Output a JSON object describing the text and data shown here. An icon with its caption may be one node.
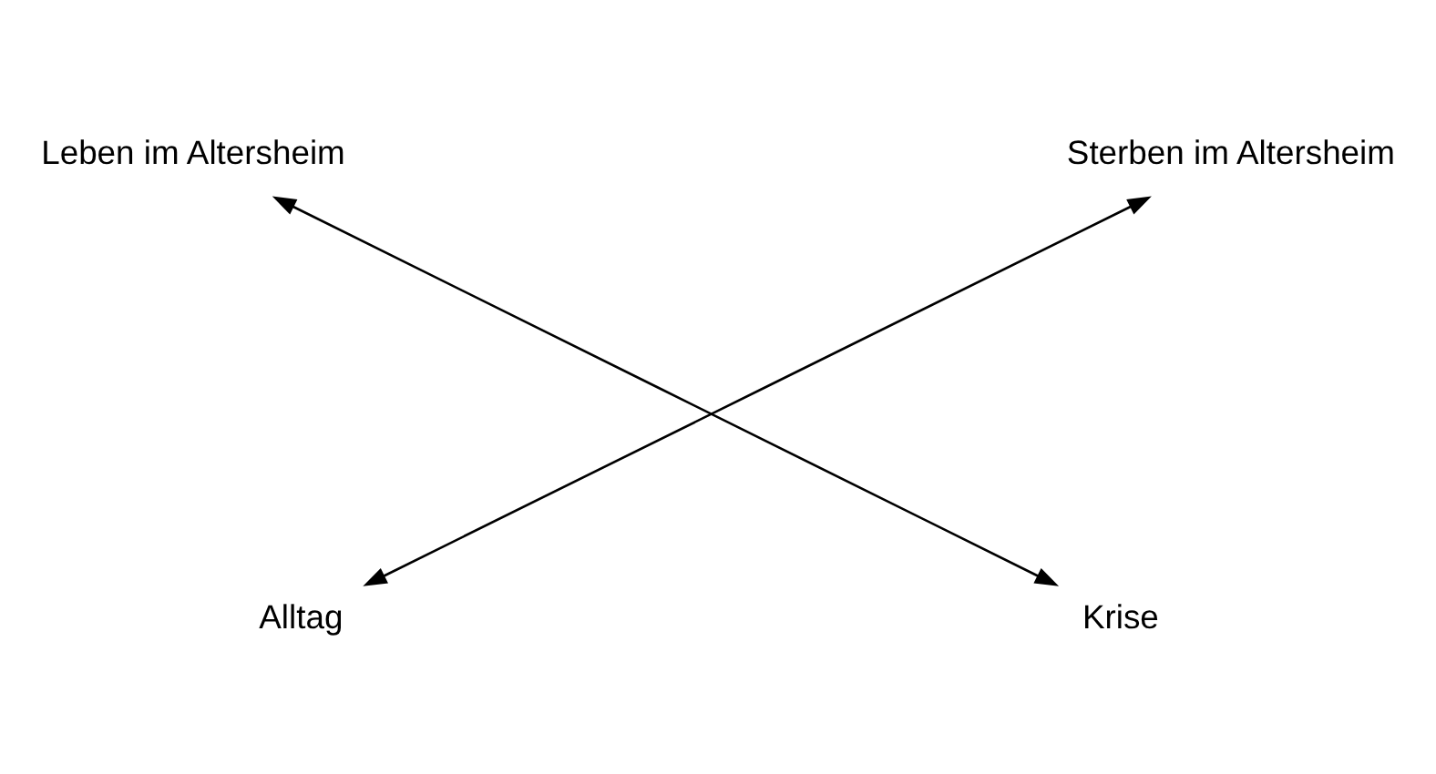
{
  "diagram": {
    "nodes": [
      {
        "text": [
          "Leben im Altersheim"
        ]
      },
      {
        "text": [
          "Sterben im Altersheim"
        ]
      },
      {
        "text": [
          "Alltag"
        ]
      },
      {
        "text": [
          "Krise"
        ]
      }
    ],
    "edges": [
      {
        "from": 0,
        "to": 3,
        "arrow": "both"
      },
      {
        "from": 1,
        "to": 2,
        "arrow": "both"
      }
    ]
  }
}
